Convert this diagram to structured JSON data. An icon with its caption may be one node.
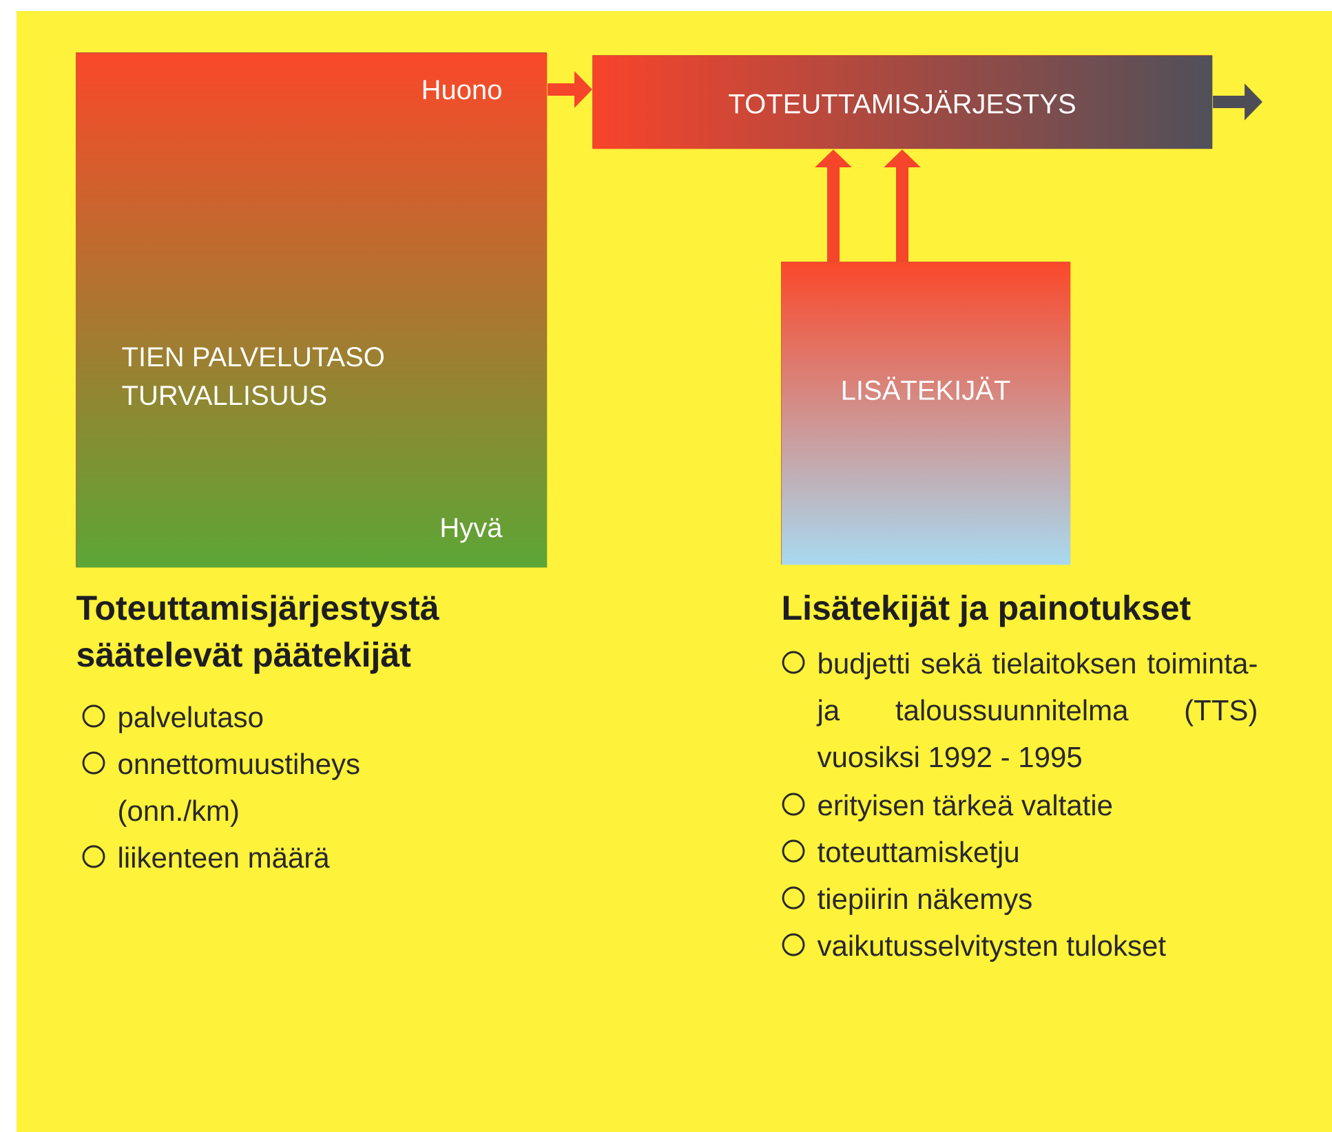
{
  "diagram": {
    "nodes": [
      {
        "text": [
          "Huono",
          "TIEN PALVELUTASO TURVALLISUUS",
          "Hyvä"
        ]
      },
      {
        "text": [
          "TOTEUTTAMISJÄRJESTYS"
        ]
      },
      {
        "text": [
          "LISÄTEKIJÄT"
        ]
      }
    ],
    "edges": [
      {
        "from": 0,
        "to": 1,
        "arrow": "to"
      },
      {
        "from": 1,
        "to": null,
        "arrow": "to",
        "color": "#4d4d57"
      },
      {
        "from": 2,
        "to": 1,
        "arrow": "to"
      },
      {
        "from": 2,
        "to": 1,
        "arrow": "to"
      }
    ],
    "labels": [
      "Toteuttamisjärjestystä säätelevät päätekijät",
      "palvelutaso",
      "onnettomuustiheys (onn./km)",
      "liikenteen määrä",
      "Lisätekijät ja painotukset",
      "budjetti sekä tielaitoksen toiminta- ja taloussuunnitelma (TTS) vuosiksi 1992 - 1995",
      "erityisen tärkeä valtatie",
      "toteuttamisketju",
      "tiepiirin näkemys",
      "vaikutusselvitysten tulokset"
    ]
  }
}
